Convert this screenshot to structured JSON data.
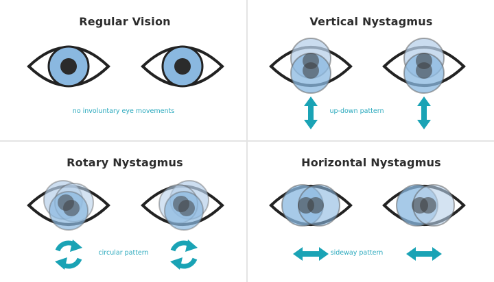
{
  "panels": [
    {
      "title": "Regular Vision",
      "caption": "no involuntary eye movements"
    },
    {
      "title": "Vertical Nystagmus",
      "caption": "up-down pattern"
    },
    {
      "title": "Rotary Nystagmus",
      "caption": "circular pattern"
    },
    {
      "title": "Horizontal Nystagmus",
      "caption": "sideway pattern"
    }
  ],
  "icons": {
    "eye": "eye-icon",
    "vertical_arrow": "up-down-arrow-icon",
    "horizontal_arrow": "left-right-arrow-icon",
    "circular_arrow": "circular-arrows-icon"
  },
  "colors": {
    "outline": "#222222",
    "iris": "#8ab8e0",
    "iris_ghost": "#b8d0ea",
    "pupil": "#2b2b2b",
    "accent": "#1aa3b5",
    "divider": "#e4e4e4"
  }
}
